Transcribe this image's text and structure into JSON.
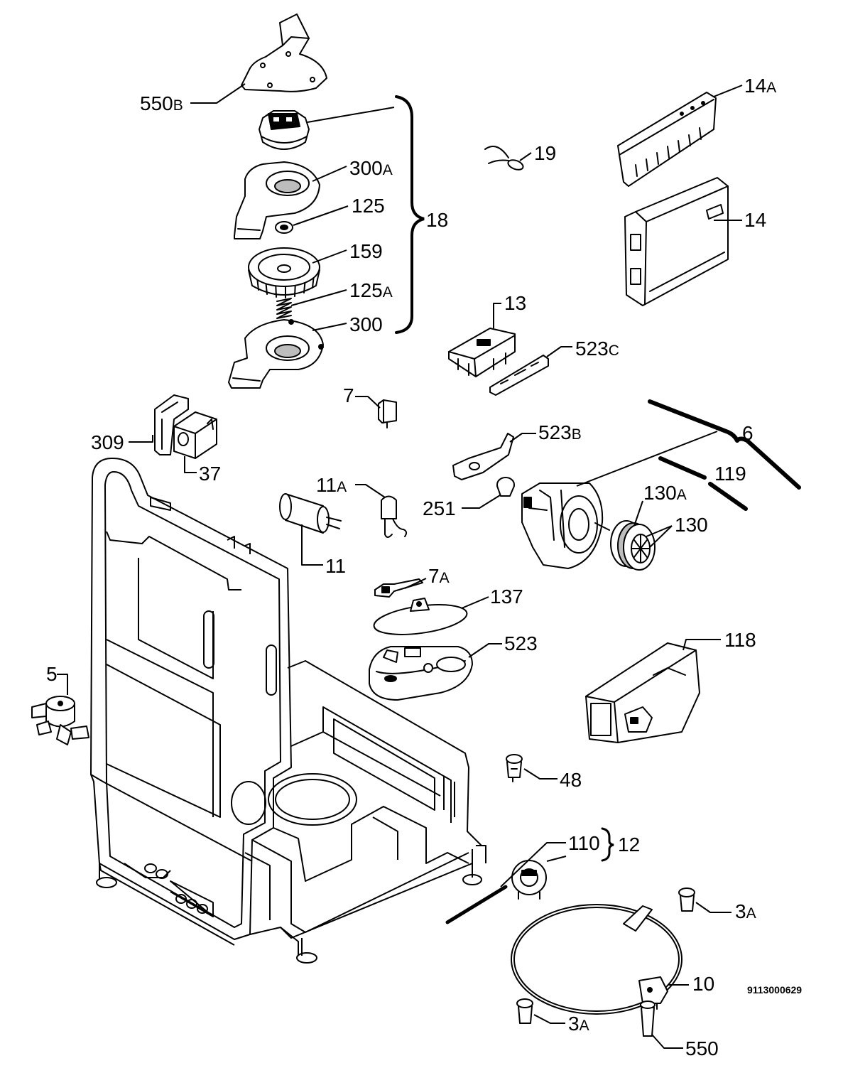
{
  "callouts": {
    "p550b": "550B",
    "p300a": "300A",
    "p125": "125",
    "p18": "18",
    "p159": "159",
    "p125a": "125A",
    "p300": "300",
    "p19": "19",
    "p14a": "14A",
    "p14": "14",
    "p13": "13",
    "p523c": "523C",
    "p7": "7",
    "p309": "309",
    "p37": "37",
    "p6": "6",
    "p523b": "523B",
    "p11a": "11A",
    "p119": "119",
    "p251": "251",
    "p130a": "130A",
    "p130": "130",
    "p11": "11",
    "p7a": "7A",
    "p137": "137",
    "p523": "523",
    "p118": "118",
    "p5": "5",
    "p48": "48",
    "p110": "110",
    "p12": "12",
    "p3a_right": "3A",
    "p10": "10",
    "p3a_left": "3A",
    "p550": "550"
  },
  "drawing_number": "9113000629"
}
